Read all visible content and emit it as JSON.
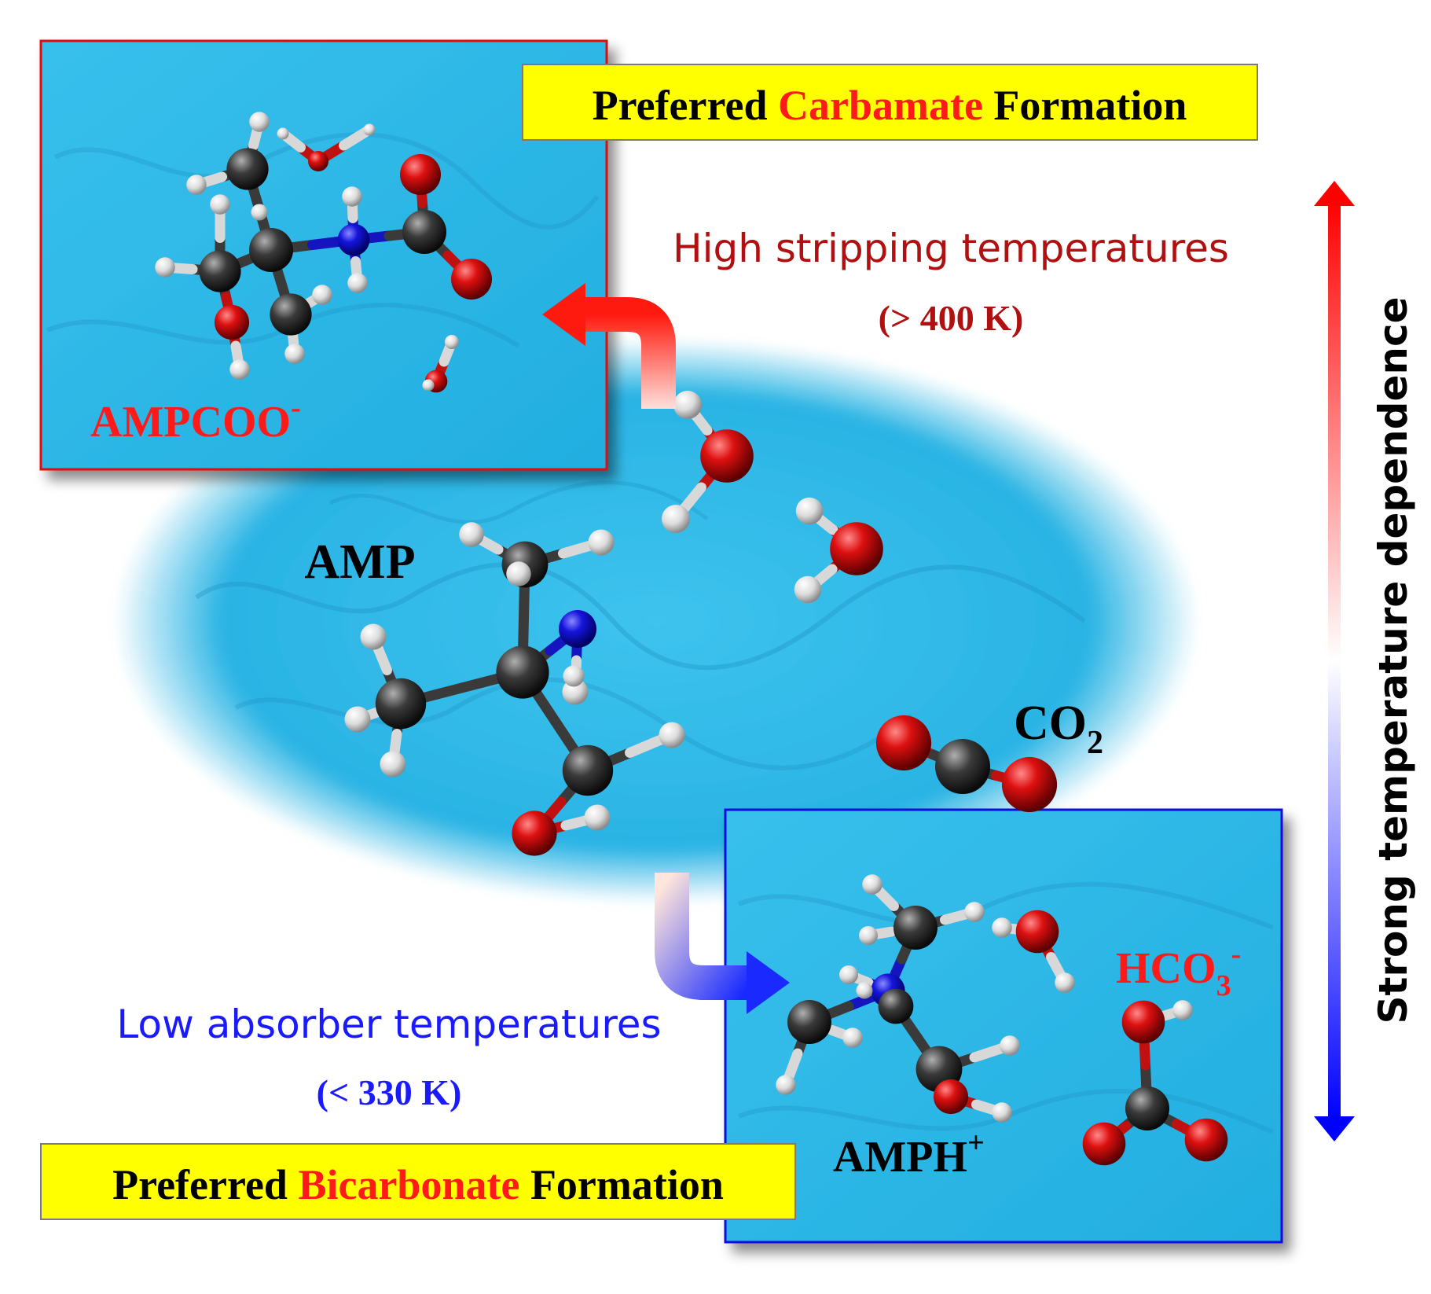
{
  "carbamate_banner": {
    "prefix": "Preferred",
    "highlight": "Carbamate",
    "suffix": "Formation"
  },
  "bicarbonate_banner": {
    "prefix": "Preferred",
    "highlight": "Bicarbonate",
    "suffix": "Formation"
  },
  "high_temp": {
    "label": "High stripping temperatures",
    "range": "(> 400 K)"
  },
  "low_temp": {
    "label": "Low absorber temperatures",
    "range": "(< 330 K)"
  },
  "species": {
    "amp": "AMP",
    "co2_main": "CO",
    "co2_sub": "2",
    "ampcoo_main": "AMPCOO",
    "ampcoo_sup": "-",
    "amph_main": "AMPH",
    "amph_sup": "+",
    "hco3_main": "HCO",
    "hco3_sub": "3",
    "hco3_sup": "-"
  },
  "axis_label": "Strong temperature dependence",
  "colors": {
    "water_blue": "#2fb8e6",
    "banner_yellow": "#ffff00",
    "highlight_red": "#ff1a1a",
    "high_temp_red": "#b01010",
    "low_temp_blue": "#1a1aff",
    "oxygen": "#d01010",
    "carbon": "#404040",
    "nitrogen": "#1010d0",
    "hydrogen": "#e8e8e8"
  }
}
